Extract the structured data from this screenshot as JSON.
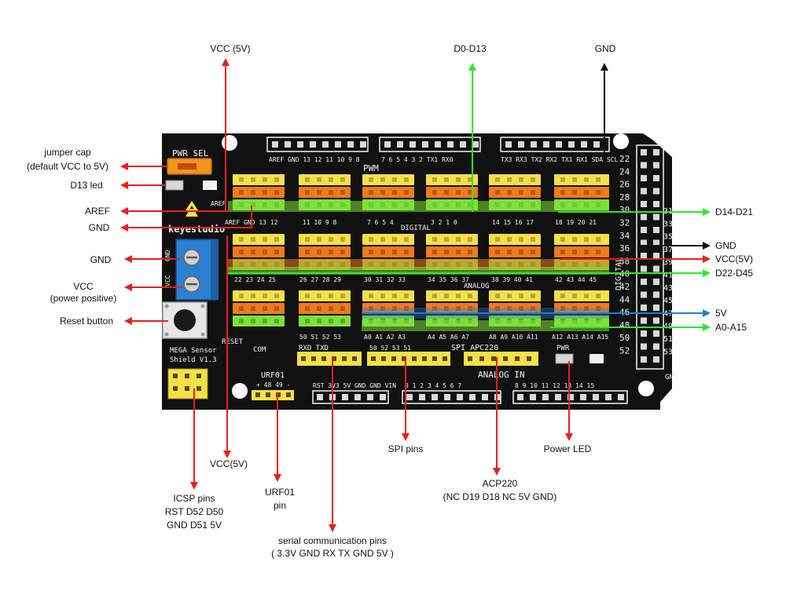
{
  "board": {
    "brand": "keyestudio",
    "model_line1": "MEGA Sensor",
    "model_line2": "Shield V1.3",
    "silk": {
      "pwr_sel": "PWR SEL",
      "pwm": "PWM",
      "digital_top": "DIGITAL",
      "analog": "ANALOG",
      "analog_in": "ANALOG IN",
      "digital_side": "DIGITAL",
      "reset": "RESET",
      "com": "COM",
      "urf01": "URF01",
      "rx_tx": "RXD TXD",
      "spi_apc": "SPI  APC220",
      "pwr": "PWR",
      "gnd_br": "GND",
      "gnd_l": "GND",
      "vcc_l": "VCC",
      "aref_l": "AREF",
      "urf_pins": "+ 48 49 -",
      "spi_pins": "50 52 53 51",
      "row3_left": "AREF GND 13 12",
      "row3_nums": "11 10 9 8",
      "row3_nums2": "7 6 5 4",
      "row3_nums3": "3 2 1 0",
      "row3_nums4": "14 15 16 17",
      "row3_nums5": "18 19 20 21",
      "row6_nums": "22 23 24 25",
      "row6_nums2": "26 27 28 29",
      "row6_nums3": "30 31 32 33",
      "row6_nums4": "34 35 36 37",
      "row6_nums5": "38 39 40 41",
      "row6_nums6": "42 43 44 45",
      "row9_nums": "50 51 52 53",
      "row9_a1": "A0 A1 A2 A3",
      "row9_a2": "A4 A5 A6 A7",
      "row9_a3": "A8 A9 A10 A11",
      "row9_a4": "A12 A13 A14 A15",
      "top_hdr_a": "AREF GND 13 12 11 10 9 8",
      "top_hdr_b": "7 6 5 4 3 2 TX1 RX0",
      "top_hdr_c": "TX3 RX3 TX2 RX2 TX1 RX1 SDA SCL",
      "bot_hdr": "RST 3V3 5V GND GND VIN",
      "bot_hdr_b": "0 1 2 3 4 5 6 7",
      "bot_hdr_c": "8 9 10 11 12 13 14 15",
      "right_nums_a": [
        "22",
        "24",
        "26",
        "28",
        "30",
        "32",
        "34",
        "36",
        "38",
        "40",
        "42",
        "44",
        "46",
        "48",
        "50",
        "52"
      ],
      "right_nums_b": [
        "31",
        "33",
        "35",
        "37",
        "39",
        "41",
        "43",
        "45",
        "47",
        "49",
        "51",
        "53"
      ]
    }
  },
  "labels": {
    "vcc_top": "VCC (5V)",
    "d0_d13": "D0-D13",
    "gnd_top": "GND",
    "jumper_cap_1": "jumper cap",
    "jumper_cap_2": "(default VCC to 5V)",
    "d13_led": "D13 led",
    "aref": "AREF",
    "gnd_left1": "GND",
    "gnd_left2": "GND",
    "vcc_1": "VCC",
    "vcc_2": "(power positive)",
    "reset_button": "Reset button",
    "d14_d21": "D14-D21",
    "gnd_right": "GND",
    "vcc5v_right": "VCC(5V)",
    "d22_d45": "D22-D45",
    "v5_right": "5V",
    "a0_a15": "A0-A15",
    "vcc5v_bottom": "VCC(5V)",
    "icsp_1": "ICSP pins",
    "icsp_2": "RST D52 D50",
    "icsp_3": "GND  D51 5V",
    "urf01_1": "URF01",
    "urf01_2": "pin",
    "serial_1": "serial communication pins",
    "serial_2": "( 3.3V GND RX TX GND 5V )",
    "spi_pins": "SPI pins",
    "acp220_1": "ACP220",
    "acp220_2": "(NC D19 D18 NC 5V GND)",
    "power_led": "Power LED"
  },
  "colors": {
    "board": "#111111",
    "arrow_red": "#e8201c",
    "arrow_green": "#2ee82e",
    "arrow_black": "#111111",
    "arrow_blue": "#1e7ed6",
    "pin_yellow": "#f5e04a",
    "pin_orange": "#f07a1e",
    "pin_green": "#7fe03a",
    "terminal_blue": "#2a7fd0",
    "jumper_orange": "#f0951e"
  }
}
